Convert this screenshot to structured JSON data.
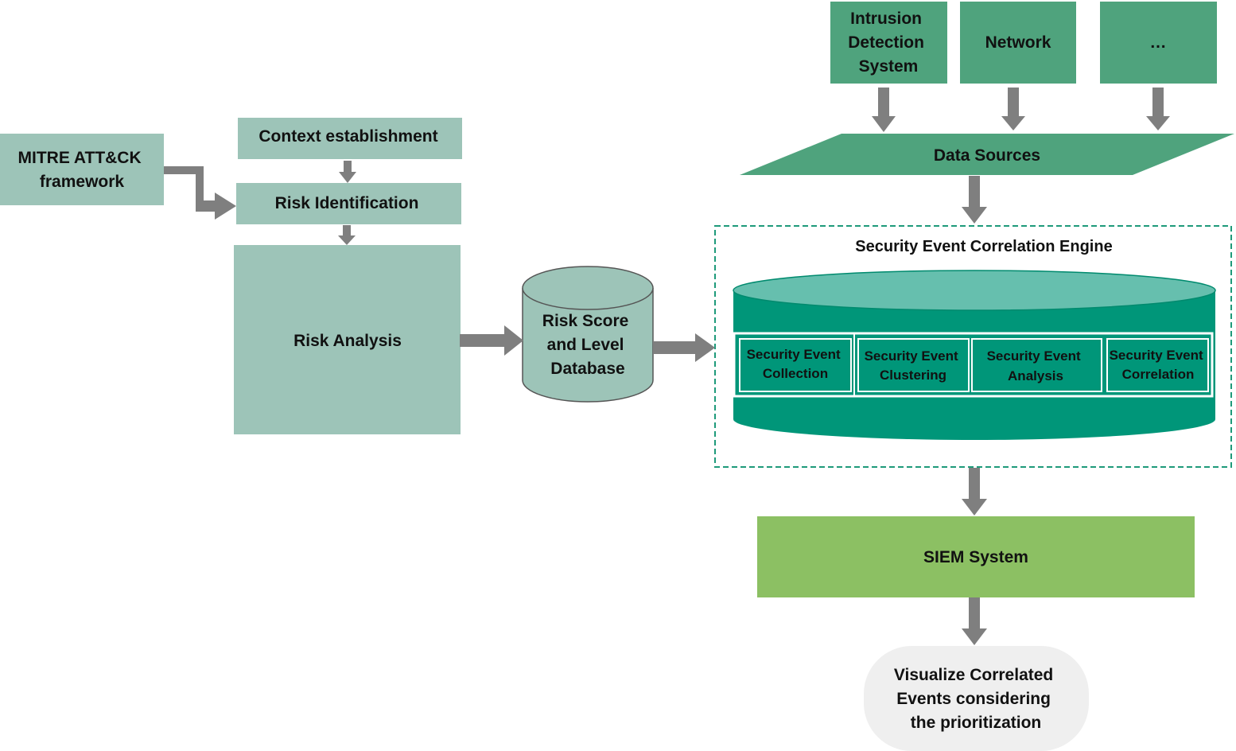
{
  "colors": {
    "context_boxes": "#9dc4b8",
    "source_boxes": "#4fa37d",
    "engine_cylinder": "#009679",
    "engine_cylinder_top": "#66bfae",
    "siem": "#8cc063",
    "database": "#9dc4b8",
    "arrows": "#7f7f7f",
    "engine_border": "#1e9a7a",
    "visualize_bg": "#efefef"
  },
  "nodes": {
    "mitre": [
      "MITRE ATT&CK",
      "framework"
    ],
    "context": [
      "Context establishment"
    ],
    "risk_identification": [
      "Risk Identification"
    ],
    "risk_analysis": [
      "Risk Analysis"
    ],
    "database": [
      "Risk Score",
      "and Level",
      "Database"
    ],
    "ids": [
      "Intrusion",
      "Detection",
      "System"
    ],
    "network": [
      "Network"
    ],
    "other_source": [
      "…"
    ],
    "data_sources": [
      "Data Sources"
    ],
    "engine_title": [
      "Security Event Correlation Engine"
    ],
    "collection": [
      "Security Event",
      "Collection"
    ],
    "clustering": [
      "Security Event",
      "Clustering"
    ],
    "analysis": [
      "Security Event",
      "Analysis"
    ],
    "correlation": [
      "Security Event",
      "Correlation"
    ],
    "siem": [
      "SIEM System"
    ],
    "visualize": [
      "Visualize Correlated",
      "Events considering",
      "the prioritization"
    ]
  }
}
